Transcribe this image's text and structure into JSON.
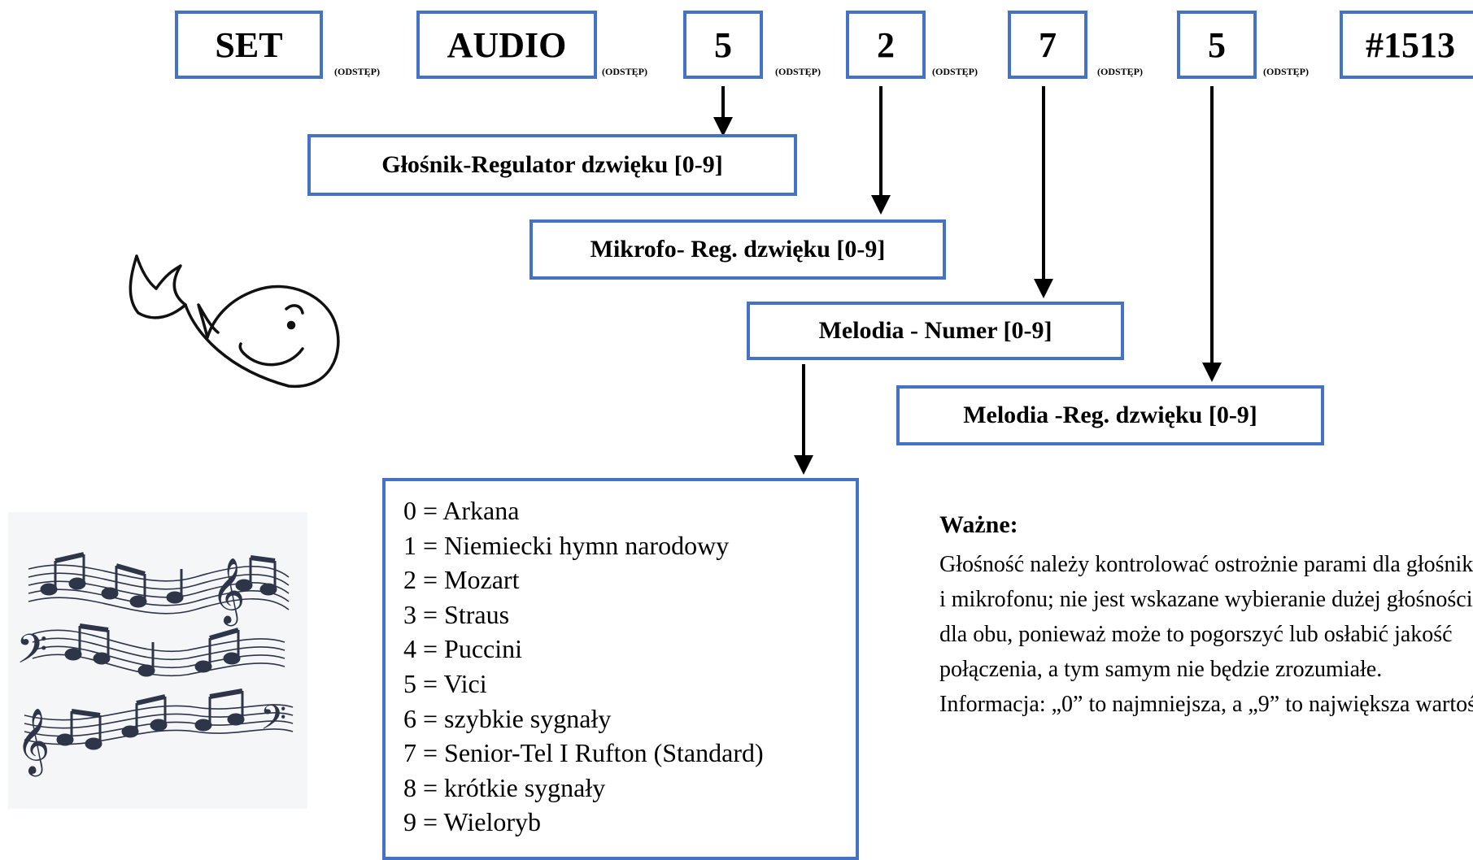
{
  "command_parts": [
    "SET",
    "AUDIO",
    "5",
    "2",
    "7",
    "5",
    "#1513"
  ],
  "separator_label": "(ODSTĘP)",
  "labels": {
    "speaker_volume": "Głośnik-Regulator dzwięku [0-9]",
    "mic_volume": "Mikrofo- Reg. dzwięku [0-9]",
    "melody_number": "Melodia - Numer [0-9]",
    "melody_volume": "Melodia -Reg. dzwięku [0-9]"
  },
  "melodies": [
    "0 = Arkana",
    "1 = Niemiecki hymn narodowy",
    "2 = Mozart",
    "3 = Straus",
    "4 = Puccini",
    "5 = Vici",
    "6 = szybkie sygnały",
    "7 = Senior-Tel I Rufton (Standard)",
    "8 = krótkie sygnały",
    "9 = Wieloryb"
  ],
  "note": {
    "title": "Ważne:",
    "paragraph1": "Głośność należy kontrolować ostrożnie parami dla głośnika i mikrofonu; nie jest wskazane wybieranie dużej głośności dla obu, ponieważ może to pogorszyć lub osłabić jakość  połączenia, a tym samym nie będzie zrozumiałe.",
    "paragraph2": "Informacja: „0” to najmniejsza, a „9” to największa wartość."
  },
  "colors": {
    "box_border": "#4472c4",
    "arrow": "#000000",
    "notes_ink": "#2e3548"
  },
  "icons": [
    "whale-icon",
    "music-notes-icon"
  ]
}
